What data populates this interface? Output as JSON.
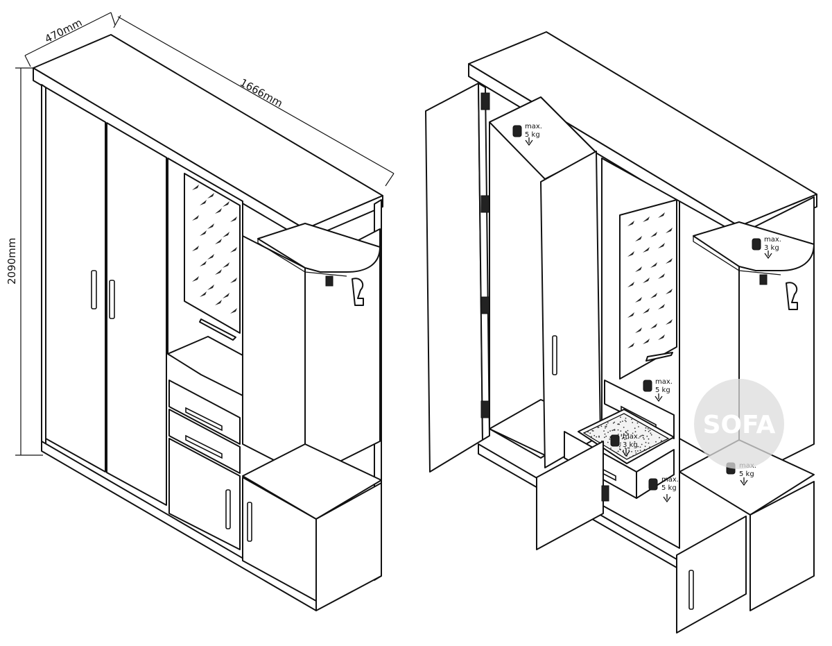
{
  "dimensions": {
    "depth": "470mm",
    "width": "1666mm",
    "height": "2090mm"
  },
  "load_labels": [
    {
      "max": "max.",
      "weight": "5 kg"
    },
    {
      "max": "max.",
      "weight": "3 kg"
    },
    {
      "max": "max.",
      "weight": "5 kg"
    },
    {
      "max": "max.",
      "weight": "3 kg"
    },
    {
      "max": "max.",
      "weight": "5 kg"
    },
    {
      "max": "max.",
      "weight": "5 kg"
    }
  ],
  "watermark": {
    "text": "SOFA",
    "color": "#dcdcdc"
  }
}
